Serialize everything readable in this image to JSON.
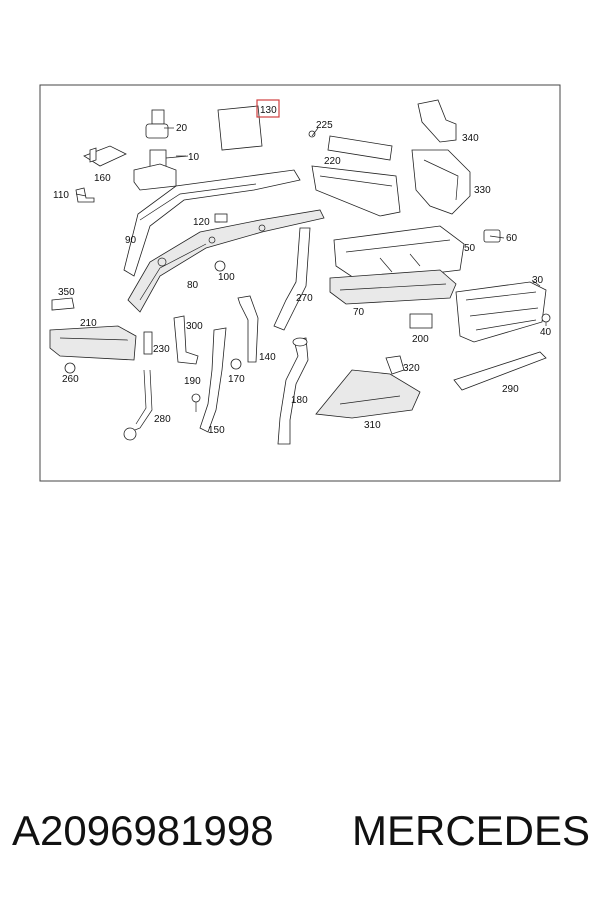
{
  "diagram": {
    "highlighted_label": "130",
    "callouts": {
      "p10": "10",
      "p20": "20",
      "p30": "30",
      "p40": "40",
      "p50": "50",
      "p60": "60",
      "p70": "70",
      "p80": "80",
      "p90": "90",
      "p100": "100",
      "p110": "110",
      "p120": "120",
      "p130": "130",
      "p140": "140",
      "p150": "150",
      "p160": "160",
      "p170": "170",
      "p180": "180",
      "p190": "190",
      "p200": "200",
      "p210": "210",
      "p220": "220",
      "p225": "225",
      "p230": "230",
      "p260": "260",
      "p270": "270",
      "p280": "280",
      "p290": "290",
      "p300": "300",
      "p310": "310",
      "p320": "320",
      "p330": "330",
      "p340": "340",
      "p350": "350"
    }
  },
  "footer": {
    "part_number": "A2096981998",
    "brand": "MERCEDES"
  }
}
